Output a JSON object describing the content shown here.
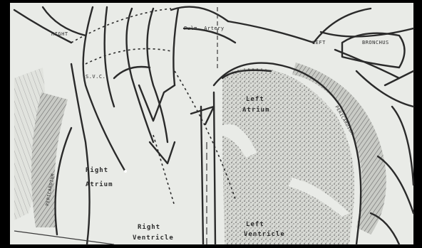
{
  "labels": {
    "right": "RIGHT",
    "pulm_artery": "Pulm. Artery",
    "left": "LEFT",
    "bronchus": "BRONCHUS",
    "svc": "S.V.C.",
    "left_atrium_1": "Left",
    "left_atrium_2": "Atrium",
    "pericardium_right": "PERICARDIUM",
    "pericardium_left": "PERICARDIUM",
    "right_atrium_1": "Right",
    "right_atrium_2": "Atrium",
    "right_ventricle_1": "Right",
    "right_ventricle_2": "Ventricle",
    "left_ventricle_1": "Left",
    "left_ventricle_2": "Ventricle"
  },
  "colors": {
    "paper": "#e9ebe7",
    "ink": "#2a2a2a",
    "stipple": "#4a4a4a",
    "frame": "#000000"
  }
}
